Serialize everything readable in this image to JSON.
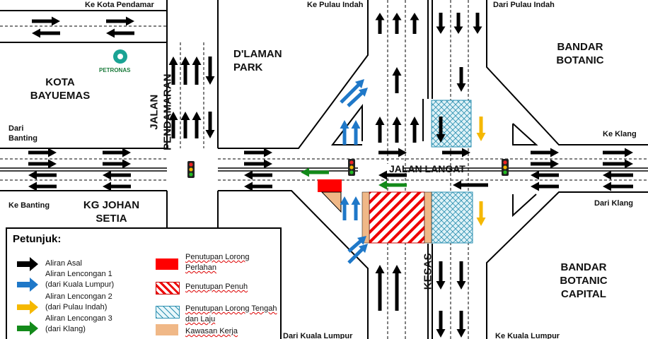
{
  "labels": {
    "ke_kota_pendamar": "Ke Kota Pendamar",
    "ke_pulau_indah": "Ke Pulau Indah",
    "dari_pulau_indah": "Dari Pulau Indah",
    "dlaman_park": "D'LAMAN PARK",
    "bandar_botanic": "BANDAR BOTANIC",
    "kota_bayuemas": "KOTA BAYUEMAS",
    "petronas": "PETRONAS",
    "jalan_pendamaran": "JALAN PENDAMARAN",
    "dari_banting": "Dari Banting",
    "ke_banting": "Ke Banting",
    "kg_johan_setia": "KG JOHAN SETIA",
    "jalan_langat": "JALAN LANGAT",
    "ke_klang": "Ke Klang",
    "dari_klang": "Dari Klang",
    "kesas": "KESAS",
    "bandar_botanic_capital": "BANDAR BOTANIC CAPITAL",
    "dari_kuala_lumpur": "Dari Kuala Lumpur",
    "ke_kuala_lumpur": "Ke Kuala Lumpur"
  },
  "legend": {
    "title": "Petunjuk:",
    "flows": [
      {
        "label": "Aliran Asal",
        "sub": "",
        "color": "#000000"
      },
      {
        "label": "Aliran Lencongan 1",
        "sub": "(dari Kuala Lumpur)",
        "color": "#1f78c8"
      },
      {
        "label": "Aliran Lencongan 2",
        "sub": "(dari Pulau Indah)",
        "color": "#f5b800"
      },
      {
        "label": "Aliran Lencongan 3",
        "sub": "(dari Klang)",
        "color": "#138a1a"
      }
    ],
    "closures": [
      {
        "label": "Penutupan Lorong Perlahan"
      },
      {
        "label": "Penutupan Penuh"
      },
      {
        "label": "Penutupan Lorong Tengah dan Laju"
      },
      {
        "label": "Kawasan Kerja"
      }
    ]
  },
  "colors": {
    "black": "#000000",
    "blue": "#1f78c8",
    "yellow": "#f5b800",
    "green": "#138a1a",
    "red": "#ff0000",
    "tan": "#f0b887",
    "hatch_blue": "#2a8fb0"
  }
}
